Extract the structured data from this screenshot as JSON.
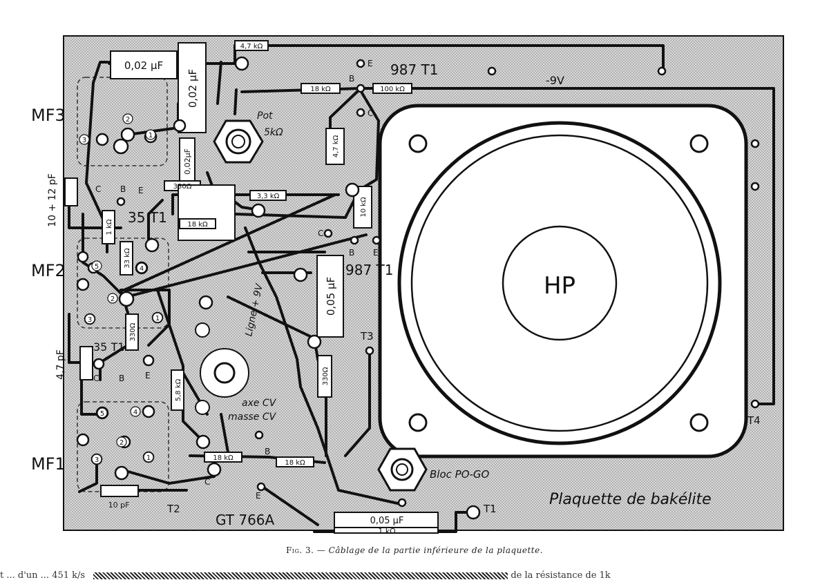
{
  "figure": {
    "board_label": "Plaquette de bakélite",
    "speaker_label": "HP",
    "supply_label": "-9V",
    "line_label": "Ligne + 9V",
    "axis_cv": "axe CV",
    "ground_cv": "masse CV",
    "bloc_label": "Bloc PO-GO",
    "pot_label": "Pot",
    "pot_value": "5kΩ",
    "transformers": {
      "mf1": "MF1",
      "mf2": "MF2",
      "mf3": "MF3"
    },
    "transistors": {
      "t987_top": "987 T1",
      "t987_mid": "987 T1",
      "t35_top": "35 T1",
      "t35_bot": "35 T1",
      "gt766": "GT 766A"
    },
    "terminals": {
      "t1": "T1",
      "t2": "T2",
      "t3": "T3",
      "t4": "T4"
    },
    "pins": {
      "e": "E",
      "b": "B",
      "c": "C"
    },
    "pin_numbers": [
      "1",
      "2",
      "3",
      "4",
      "5"
    ],
    "components": {
      "c_002_h": "0,02 µF",
      "c_002_v": "0,02 µF",
      "r_47k_top": "4,7 kΩ",
      "r_18k_top": "18 kΩ",
      "r_100k": "100 kΩ",
      "c_002_v2": "0,02µF",
      "r_330_top": "330Ω",
      "r_33k": "3,3 kΩ",
      "r_18k_mid": "18 kΩ",
      "r_47k_v": "4,7 kΩ",
      "r_10k": "10 kΩ",
      "c_1012": "10 + 12 pF",
      "r_1k_left": "1 kΩ",
      "r_33k_left": "33 kΩ",
      "c_005_v": "0,05 µF",
      "r_330_left": "330Ω",
      "c_47p": "4,7 pF",
      "r_58k": "5,8 kΩ",
      "r_330_mid": "330Ω",
      "r_18k_bot1": "18 kΩ",
      "r_18k_bot2": "18 kΩ",
      "c_10p": "10 pF",
      "c_005_bot": "0,05 µF",
      "r_1k_bot": "1 kΩ"
    }
  },
  "caption": {
    "fig_number": "Fig. 3.",
    "text": "— Câblage de la partie inférieure de la plaquette."
  },
  "footer_text": {
    "left": "t ... d'un ... 451 k/s",
    "right": "de la résistance de 1k"
  }
}
